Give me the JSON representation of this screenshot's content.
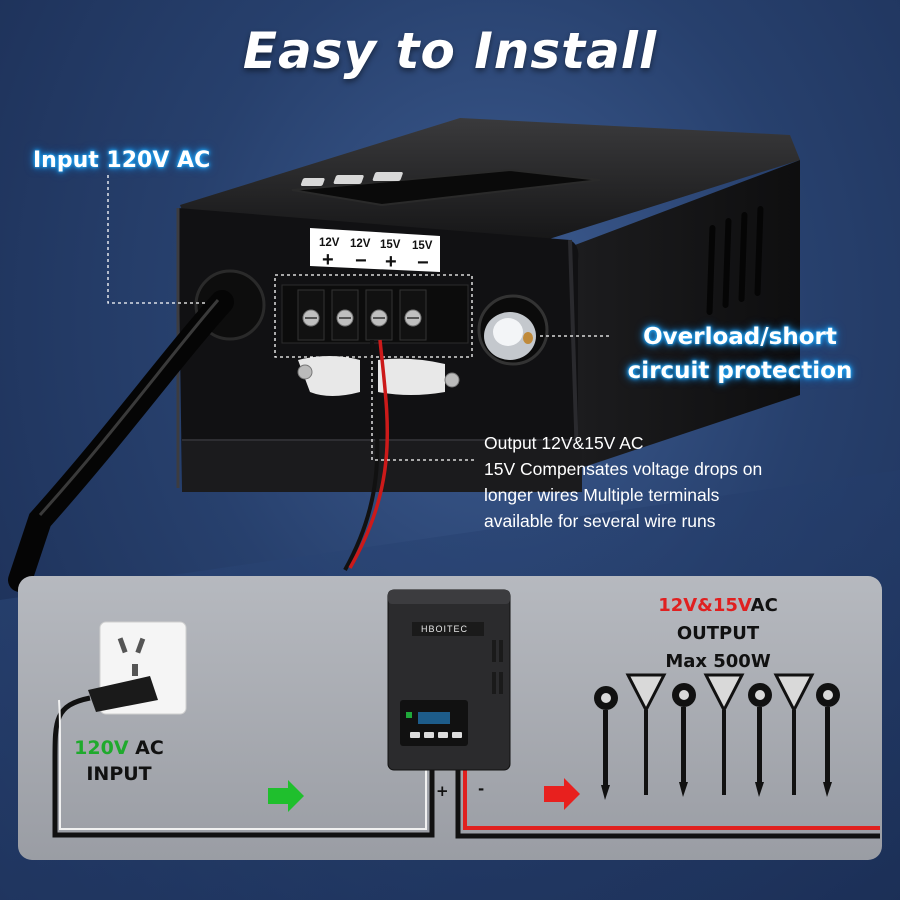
{
  "title": "Easy to Install",
  "callouts": {
    "input": "Input 120V AC",
    "overload_line1": "Overload/short",
    "overload_line2": "circuit protection"
  },
  "output_description": {
    "line1": "Output 12V&15V AC",
    "line2": "15V Compensates voltage drops on",
    "line3": "longer wires Multiple terminals",
    "line4": "available for several wire runs"
  },
  "terminals": [
    {
      "voltage": "12V",
      "polarity": "+"
    },
    {
      "voltage": "12V",
      "polarity": "−"
    },
    {
      "voltage": "15V",
      "polarity": "+"
    },
    {
      "voltage": "15V",
      "polarity": "−"
    }
  ],
  "diagram": {
    "input_voltage": "120V",
    "input_unit": "AC",
    "input_word": "INPUT",
    "output_voltage": "12V&15V",
    "output_unit": "AC",
    "output_word": "OUTPUT",
    "output_max": "Max 500W",
    "brand": "HBOITEC",
    "plus": "+",
    "minus": "-"
  },
  "colors": {
    "background": "#27406d",
    "callout_glow": "#1fa3f2",
    "input_green": "#1faa2d",
    "output_red": "#e02020",
    "panel": "#a8abb2"
  },
  "icons": [
    "wall-outlet-icon",
    "green-arrow-icon",
    "red-arrow-icon",
    "spotlight-icon",
    "path-light-icon"
  ]
}
